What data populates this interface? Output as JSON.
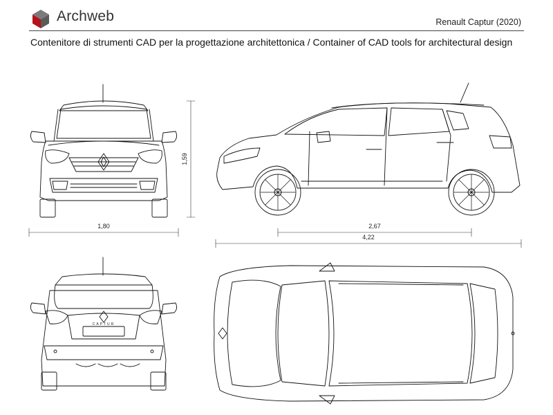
{
  "header": {
    "brand": "Archweb",
    "model_title": "Renault Captur (2020)",
    "subtitle": "Contenitore di strumenti CAD per la progettazione architettonica  /  Container of CAD tools for architectural design",
    "logo_colors": {
      "top": "#7a7a7a",
      "left": "#b5121b",
      "right": "#5a5a5a"
    }
  },
  "dimensions": {
    "width": "1,80",
    "height": "1,59",
    "wheelbase": "2,67",
    "length": "4,22"
  },
  "views": {
    "rear_badge": "CAPTUR"
  }
}
